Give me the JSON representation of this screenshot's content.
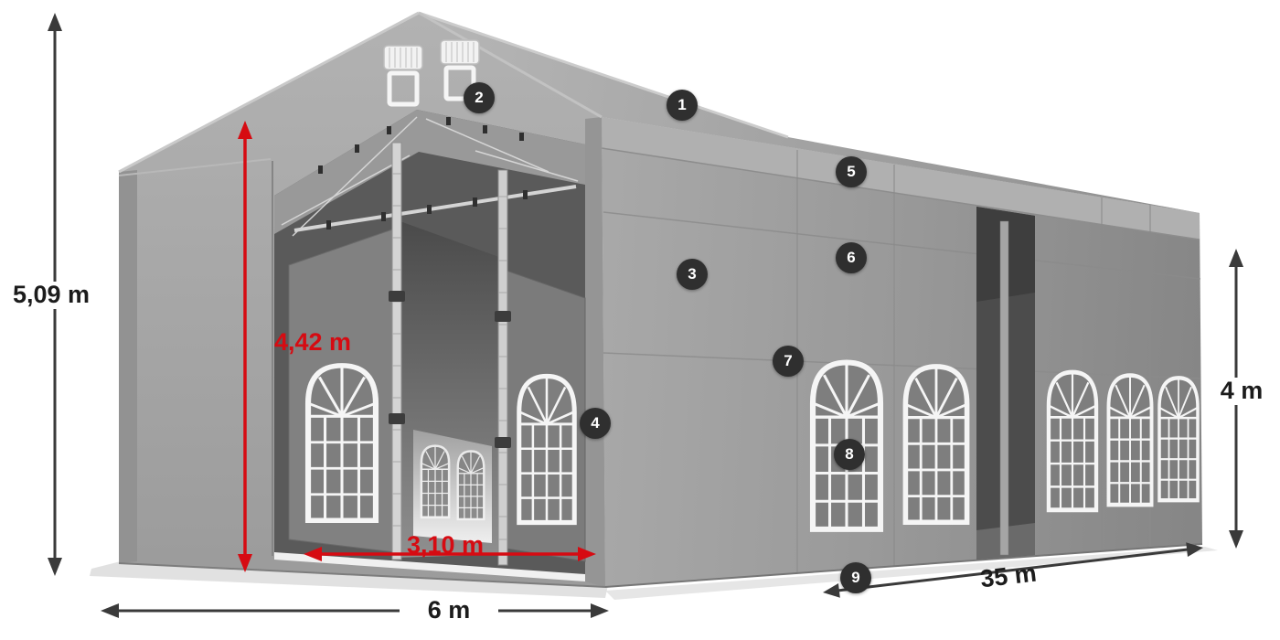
{
  "colors": {
    "accent_red": "#d60b12",
    "arrow_black": "#3a3a3a",
    "badge_bg": "#2f2f2f",
    "tent_gray": "#9e9e9e"
  },
  "dimensions": {
    "total_height": {
      "label": "5,09 m"
    },
    "entrance_height": {
      "label": "4,42 m"
    },
    "entrance_width": {
      "label": "3,10 m"
    },
    "width": {
      "label": "6 m"
    },
    "length": {
      "label": "35 m"
    },
    "side_height": {
      "label": "4 m"
    }
  },
  "badges": [
    {
      "label": "1"
    },
    {
      "label": "2"
    },
    {
      "label": "3"
    },
    {
      "label": "4"
    },
    {
      "label": "5"
    },
    {
      "label": "6"
    },
    {
      "label": "7"
    },
    {
      "label": "8"
    },
    {
      "label": "9"
    }
  ]
}
